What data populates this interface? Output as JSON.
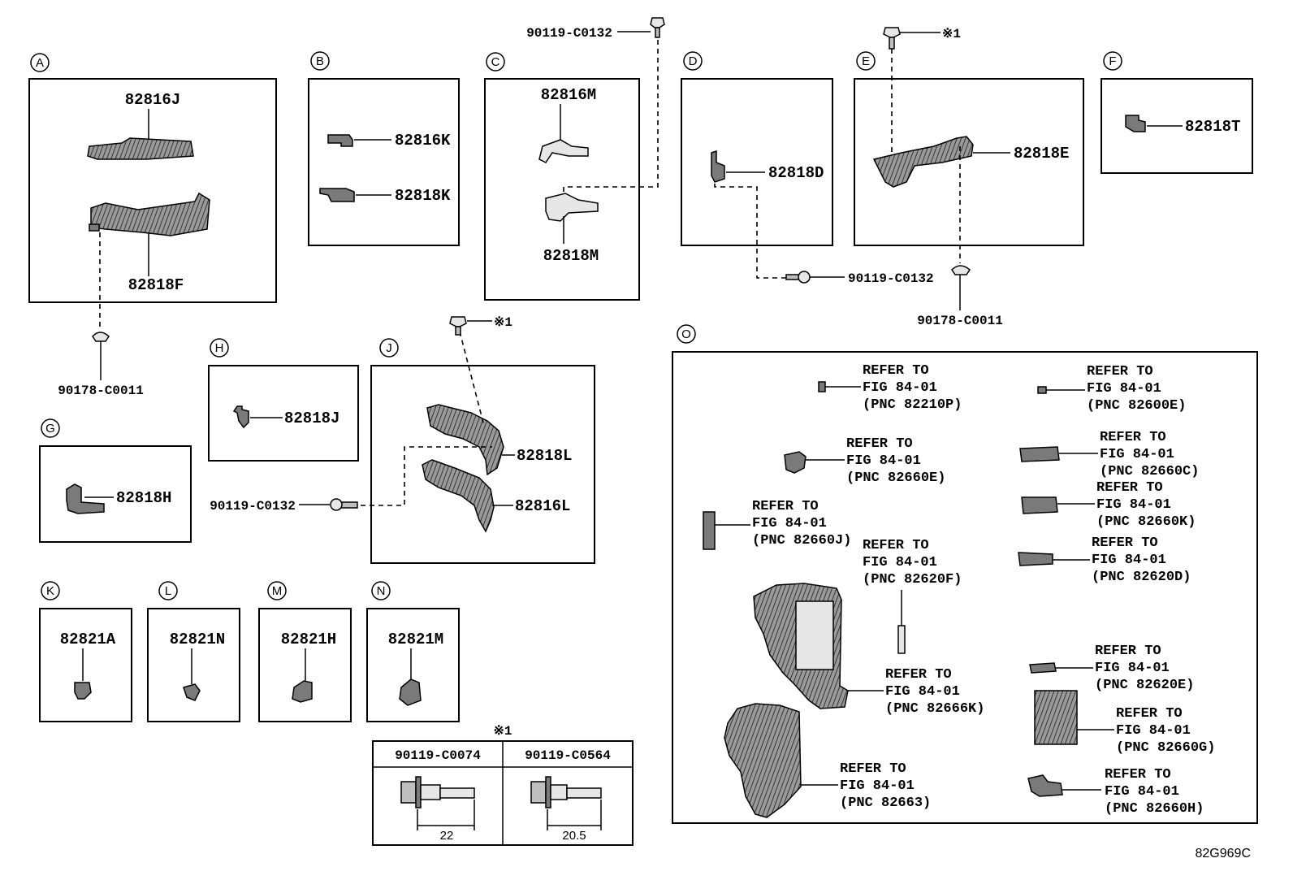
{
  "sections": {
    "A": "A",
    "B": "B",
    "C": "C",
    "D": "D",
    "E": "E",
    "F": "F",
    "G": "G",
    "H": "H",
    "J": "J",
    "K": "K",
    "L": "L",
    "M": "M",
    "N": "N",
    "O": "O"
  },
  "parts": {
    "a_top": "82816J",
    "a_bottom": "82818F",
    "a_clip": "90178-C0011",
    "b_top": "82816K",
    "b_bottom": "82818K",
    "c_top": "82816M",
    "c_bottom": "82818M",
    "c_screw": "90119-C0132",
    "d_part": "82818D",
    "d_screw": "90119-C0132",
    "e_part": "82818E",
    "e_clip": "90178-C0011",
    "e_note": "※1",
    "f_part": "82818T",
    "g_part": "82818H",
    "h_part": "82818J",
    "j_top": "82818L",
    "j_bottom": "82816L",
    "j_screw": "90119-C0132",
    "j_note": "※1",
    "k_part": "82821A",
    "l_part": "82821N",
    "m_part": "82821H",
    "n_part": "82821M"
  },
  "refer": {
    "r1": [
      "REFER TO",
      "FIG 84-01",
      "(PNC 82210P)"
    ],
    "r2": [
      "REFER TO",
      "FIG 84-01",
      "(PNC 82600E)"
    ],
    "r3": [
      "REFER TO",
      "FIG 84-01",
      "(PNC 82660E)"
    ],
    "r4": [
      "REFER TO",
      "FIG 84-01",
      "(PNC 82660C)"
    ],
    "r5": [
      "REFER TO",
      "FIG 84-01",
      "(PNC 82660K)"
    ],
    "r6": [
      "REFER TO",
      "FIG 84-01",
      "(PNC 82660J)"
    ],
    "r7": [
      "REFER TO",
      "FIG 84-01",
      "(PNC 82620F)"
    ],
    "r8": [
      "REFER TO",
      "FIG 84-01",
      "(PNC 82620D)"
    ],
    "r9": [
      "REFER TO",
      "FIG 84-01",
      "(PNC 82666K)"
    ],
    "r10": [
      "REFER TO",
      "FIG 84-01",
      "(PNC 82620E)"
    ],
    "r11": [
      "REFER TO",
      "FIG 84-01",
      "(PNC 82660G)"
    ],
    "r12": [
      "REFER TO",
      "FIG 84-01",
      "(PNC 82663)"
    ],
    "r13": [
      "REFER TO",
      "FIG 84-01",
      "(PNC 82660H)"
    ]
  },
  "bolt_table": {
    "title": "※1",
    "col1": "90119-C0074",
    "col2": "90119-C0564",
    "dim1": "22",
    "dim2": "20.5"
  },
  "diagram_code": "82G969C"
}
